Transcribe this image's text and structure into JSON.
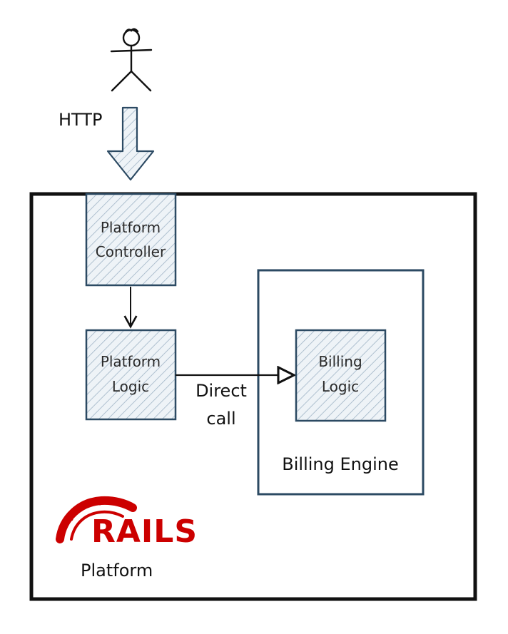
{
  "diagram": {
    "actor": {
      "icon": "stick-figure-user-icon"
    },
    "http_arrow": {
      "label": "HTTP"
    },
    "platform_controller": {
      "line1": "Platform",
      "line2": "Controller"
    },
    "platform_logic": {
      "line1": "Platform",
      "line2": "Logic"
    },
    "direct_call": {
      "line1": "Direct",
      "line2": "call"
    },
    "billing_logic": {
      "line1": "Billing",
      "line2": "Logic"
    },
    "billing_engine": {
      "label": "Billing Engine"
    },
    "rails_logo": {
      "text": "RAILS",
      "icon": "rails-logo-icon"
    },
    "platform_label": "Platform"
  },
  "colors": {
    "outline": "#111111",
    "box_stroke": "#2c4a63",
    "hatch": "#9fb4c6",
    "box_fill": "#eef3f7",
    "rails_red": "#cc0000"
  }
}
